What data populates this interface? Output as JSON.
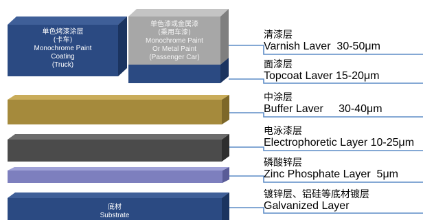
{
  "diagram": {
    "truck_block": {
      "cn": "单色烤漆涂层",
      "cn_sub": "(卡车)",
      "en_1": "Monochrome Paint",
      "en_2": "Coating",
      "en_3": "(Truck)"
    },
    "car_block": {
      "cn": "单色漆或金属漆",
      "cn_sub": "(乘用车漆)",
      "en_1": "Monochrome Paint",
      "en_2": "Or Metal Paint",
      "en_3": "(Passenger Car)"
    },
    "substrate_block": {
      "cn": "底材",
      "en": "Substrate"
    },
    "layers": [
      {
        "cn": "清漆层",
        "en": "Varnish Laver  30-50μm"
      },
      {
        "cn": "面漆层",
        "en": "Topcoat Laver 15-20μm"
      },
      {
        "cn": "中涂层",
        "en": "Buffer Laver     30-40μm"
      },
      {
        "cn": "电泳漆层",
        "en": "Electrophoretic Layer 10-25μm"
      },
      {
        "cn": "磷酸锌层",
        "en": "Zinc Phosphate Layer  5μm"
      },
      {
        "cn": "镀锌层、铝硅等底材镀层",
        "en": "Galvanized Layer"
      }
    ],
    "colors": {
      "navy": "#2b4a82",
      "gray": "#a7a7a7",
      "gold": "#a58a3c",
      "dark": "#4b4b4b",
      "lavender": "#7d7fbe",
      "leader": "#5b8bc6"
    }
  }
}
